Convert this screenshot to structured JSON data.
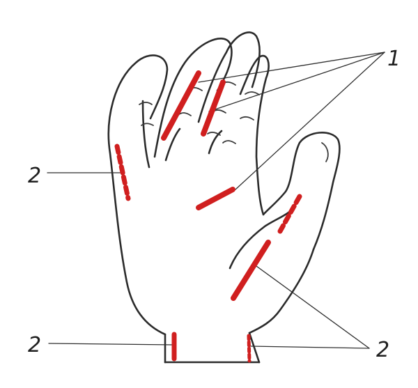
{
  "colors": {
    "outline": "#2b2b2b",
    "marker": "#d01f1f",
    "background": "#ffffff"
  },
  "labels": {
    "label_1": "1",
    "label_2_left": "2",
    "label_2_bottom_left": "2",
    "label_2_bottom_right": "2"
  }
}
